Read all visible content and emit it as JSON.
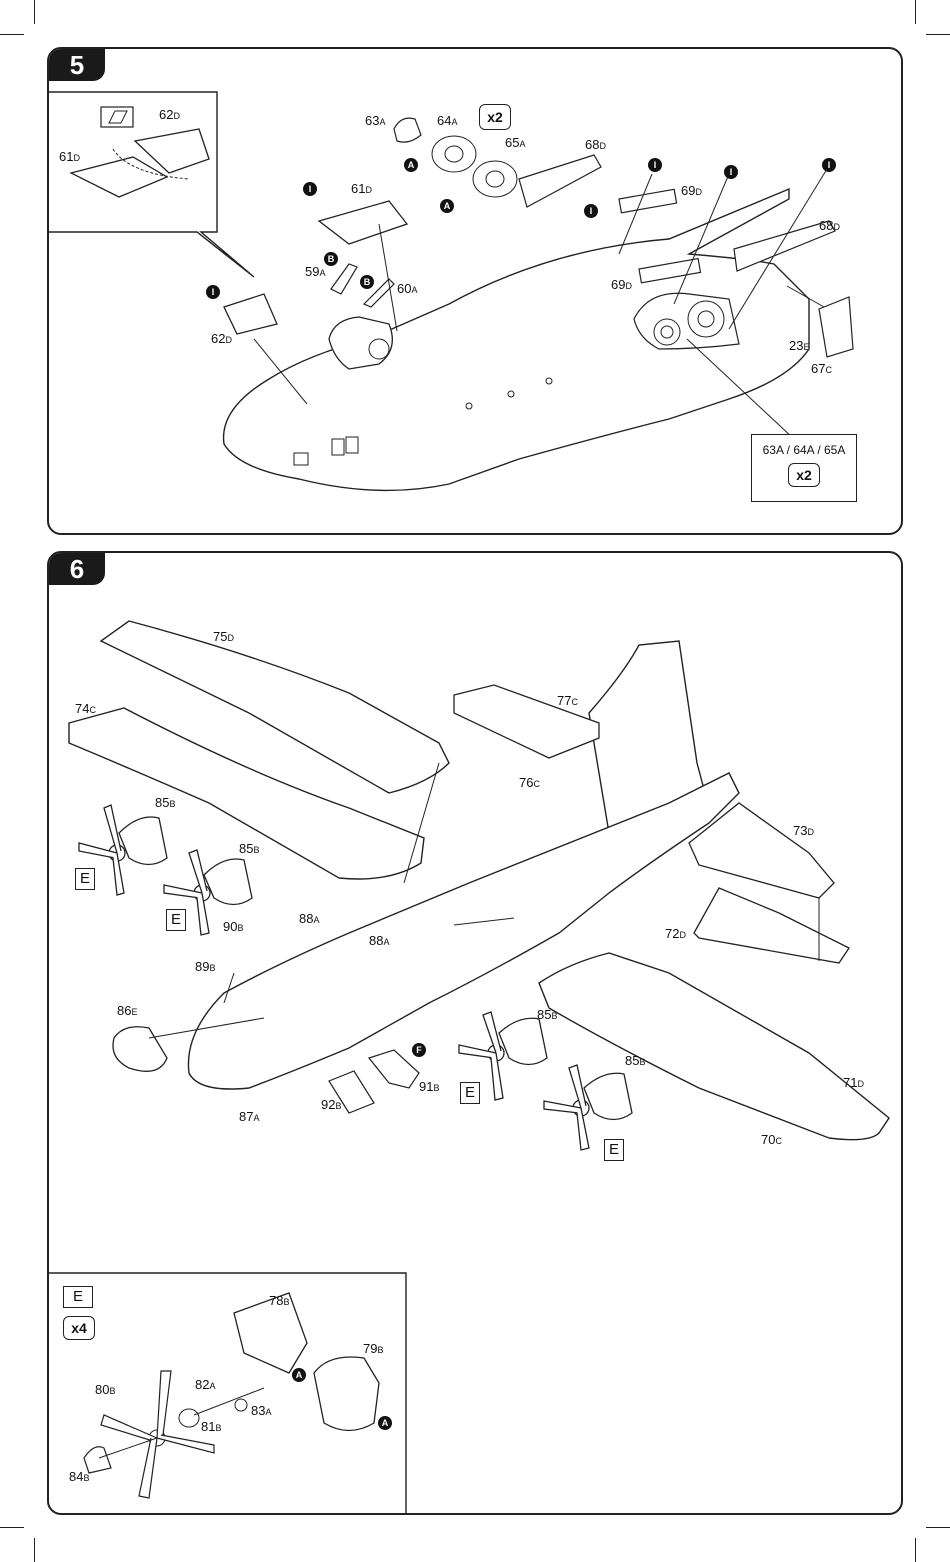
{
  "steps": [
    {
      "number": "5",
      "parts": [
        {
          "num": "61",
          "sub": "D"
        },
        {
          "num": "62",
          "sub": "D"
        },
        {
          "num": "63",
          "sub": "A"
        },
        {
          "num": "64",
          "sub": "A"
        },
        {
          "num": "65",
          "sub": "A"
        },
        {
          "num": "68",
          "sub": "D"
        },
        {
          "num": "69",
          "sub": "D"
        },
        {
          "num": "61",
          "sub": "D"
        },
        {
          "num": "59",
          "sub": "A"
        },
        {
          "num": "60",
          "sub": "A"
        },
        {
          "num": "62",
          "sub": "D"
        },
        {
          "num": "69",
          "sub": "D"
        },
        {
          "num": "68",
          "sub": "D"
        },
        {
          "num": "23",
          "sub": "E"
        },
        {
          "num": "67",
          "sub": "C"
        }
      ],
      "repeat_note": {
        "parts": "63A / 64A / 65A",
        "qty": "x2"
      },
      "engine_qty": "x2",
      "markers": [
        "A",
        "B",
        "I"
      ]
    },
    {
      "number": "6",
      "parts": [
        {
          "num": "75",
          "sub": "D"
        },
        {
          "num": "74",
          "sub": "C"
        },
        {
          "num": "77",
          "sub": "C"
        },
        {
          "num": "76",
          "sub": "C"
        },
        {
          "num": "73",
          "sub": "D"
        },
        {
          "num": "72",
          "sub": "D"
        },
        {
          "num": "85",
          "sub": "B"
        },
        {
          "num": "85",
          "sub": "B"
        },
        {
          "num": "88",
          "sub": "A"
        },
        {
          "num": "88",
          "sub": "A"
        },
        {
          "num": "90",
          "sub": "B"
        },
        {
          "num": "89",
          "sub": "B"
        },
        {
          "num": "86",
          "sub": "E"
        },
        {
          "num": "87",
          "sub": "A"
        },
        {
          "num": "92",
          "sub": "B"
        },
        {
          "num": "91",
          "sub": "B"
        },
        {
          "num": "85",
          "sub": "B"
        },
        {
          "num": "85",
          "sub": "B"
        },
        {
          "num": "71",
          "sub": "D"
        },
        {
          "num": "70",
          "sub": "C"
        }
      ],
      "sub_assembly": "E",
      "markers": [
        "F"
      ],
      "detail": {
        "label": "E",
        "qty": "x4",
        "parts": [
          {
            "num": "78",
            "sub": "B"
          },
          {
            "num": "79",
            "sub": "B"
          },
          {
            "num": "80",
            "sub": "B"
          },
          {
            "num": "82",
            "sub": "A"
          },
          {
            "num": "81",
            "sub": "B"
          },
          {
            "num": "83",
            "sub": "A"
          },
          {
            "num": "84",
            "sub": "B"
          }
        ]
      }
    }
  ]
}
